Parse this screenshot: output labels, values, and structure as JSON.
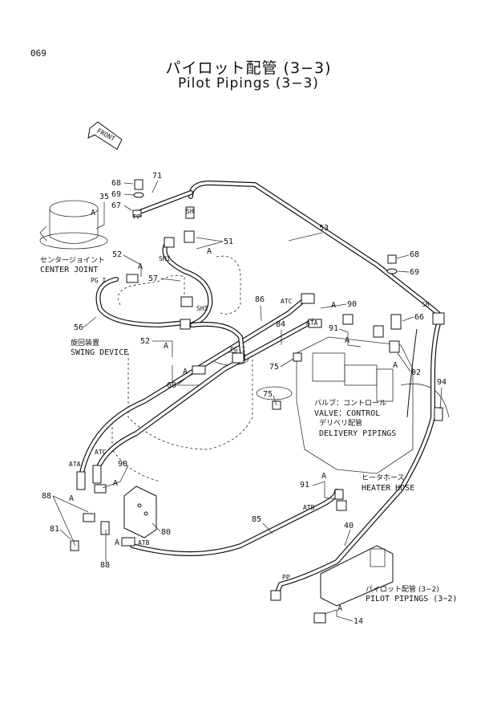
{
  "page": {
    "number": "069",
    "title_jp": "パイロット配管 (3−3)",
    "title_en": "Pilot Pipings (3−3)"
  },
  "front_label": "FRONT",
  "components": [
    {
      "id": "center-joint",
      "label_jp": "センタージョイント",
      "label_en": "CENTER JOINT"
    },
    {
      "id": "swing-device",
      "label_jp": "旋回装置",
      "label_en": "SWING DEVICE"
    },
    {
      "id": "control-valve",
      "label_jp": "バルブ：コントロール",
      "label_en": "VALVE：CONTROL"
    },
    {
      "id": "delivery-pipings",
      "label_jp": "デリベリ配管",
      "label_en": "DELIVERY PIPINGS"
    },
    {
      "id": "heater-hose",
      "label_jp": "ヒータホース",
      "label_en": "HEATER HOSE"
    },
    {
      "id": "pilot-pipings-3-2",
      "label_jp": "パイロット配管 (3−2)",
      "label_en": "PILOT PIPINGS (3−2)"
    }
  ],
  "part_numbers": [
    "68",
    "71",
    "69",
    "35",
    "67",
    "53",
    "51",
    "52",
    "57",
    "86",
    "90",
    "84",
    "66",
    "91",
    "56",
    "52",
    "75",
    "60",
    "02",
    "94",
    "75",
    "90",
    "88",
    "80",
    "85",
    "91",
    "40",
    "81",
    "88",
    "14",
    "68",
    "69"
  ],
  "port_labels": [
    "PP",
    "SH",
    "SHI",
    "PG I",
    "SHI",
    "ATC",
    "ATA",
    "SH",
    "PG I",
    "ATA",
    "ATC",
    "ATB",
    "ATB",
    "PP"
  ],
  "ref_letter": "A"
}
